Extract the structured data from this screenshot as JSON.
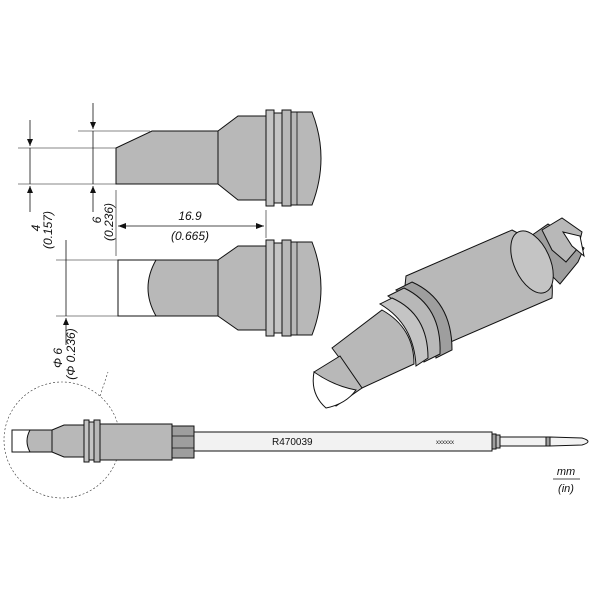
{
  "dimensions": {
    "chisel_height": {
      "mm": "4",
      "inch": "(0.157)"
    },
    "chisel_width": {
      "mm": "6",
      "inch": "(0.236)"
    },
    "tip_length": {
      "mm": "16.9",
      "inch": "(0.665)"
    },
    "diameter": {
      "mm": "Φ 6",
      "inch": "(Φ 0.236)"
    }
  },
  "cartridge": {
    "part_number": "R470039",
    "code": "xxxxxx"
  },
  "units": {
    "primary": "mm",
    "secondary": "(in)"
  }
}
